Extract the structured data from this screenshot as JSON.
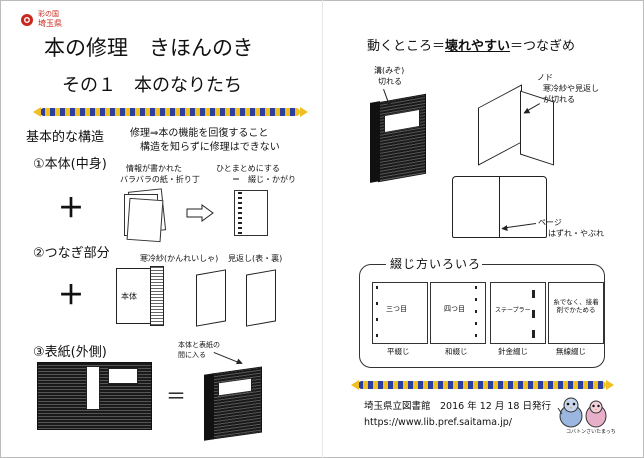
{
  "header": {
    "logo_line1": "彩の国",
    "logo_line2": "埼玉県",
    "title": "本の修理　きほんのき",
    "subtitle": "その１　本のなりたち"
  },
  "left": {
    "basic_title": "基本的な構造",
    "basic_note1": "修理⇒本の機能を回復すること",
    "basic_note2": "構造を知らずに修理はできない",
    "s1_title": "①本体(中身)",
    "s1_cap1a": "情報が書かれた",
    "s1_cap1b": "バラバラの紙・折り丁",
    "s1_cap2a": "ひとまとめにする",
    "s1_cap2b": "＝　綴じ・かがり",
    "s2_title": "②つなぎ部分",
    "s2_cap1": "寒冷紗(かんれいしゃ)",
    "s2_cap2": "見返し(表・裏)",
    "s2_body_label": "本体",
    "s3_title": "③表紙(外側)",
    "s3_cap1": "本体と表紙の",
    "s3_cap2": "間に入る",
    "equals": "＝",
    "plus": "＋"
  },
  "right": {
    "heading_pre": "動くところ＝",
    "heading_em": "壊れやすい",
    "heading_post": "＝つなぎめ",
    "lbl_mizo1": "溝(みぞ)",
    "lbl_mizo2": "切れる",
    "lbl_nodo1": "ノド",
    "lbl_nodo2": "寒冷紗や見返し",
    "lbl_nodo3": "が切れる",
    "lbl_page1": "ページ",
    "lbl_page2": "はずれ・やぶれ",
    "binding_title": "綴じ方いろいろ",
    "bindings": [
      {
        "inner": "三つ目",
        "name": "平綴じ"
      },
      {
        "inner": "四つ目",
        "name": "和綴じ"
      },
      {
        "inner": "ステープラー",
        "name": "針金綴じ"
      },
      {
        "inner": "糸でなく、接着剤でかためる",
        "name": "無線綴じ"
      }
    ]
  },
  "footer": {
    "issuer": "埼玉県立図書館　2016 年 12 月 18 日発行",
    "url": "https://www.lib.pref.saitama.jp/",
    "mascot_caption": "コバトンさいたまっち"
  },
  "colors": {
    "ribbon_blue": "#2c3e9e",
    "ribbon_gold": "#f0c020",
    "logo_red": "#c8281e",
    "ink": "#111111"
  }
}
